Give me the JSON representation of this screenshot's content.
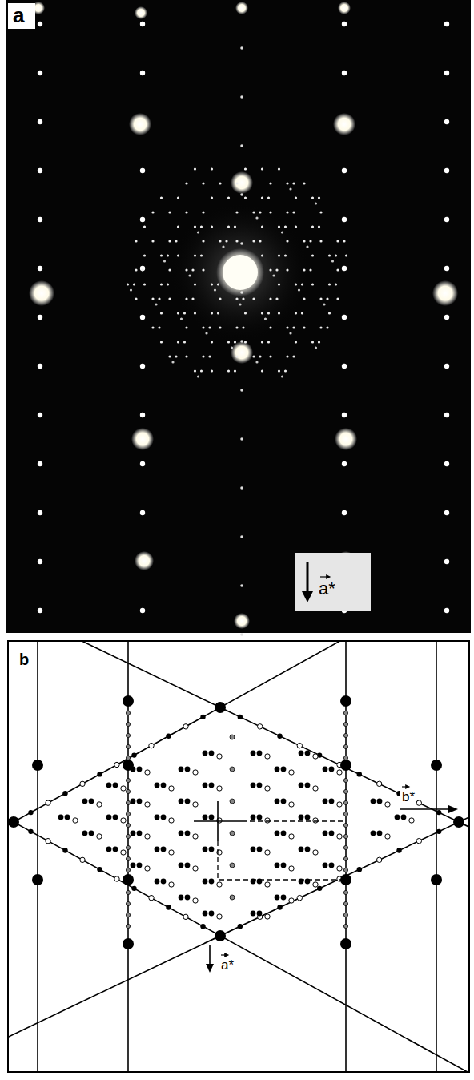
{
  "diagram": {
    "labels": [
      "a",
      "a*",
      "b",
      "b*",
      "a*"
    ]
  }
}
